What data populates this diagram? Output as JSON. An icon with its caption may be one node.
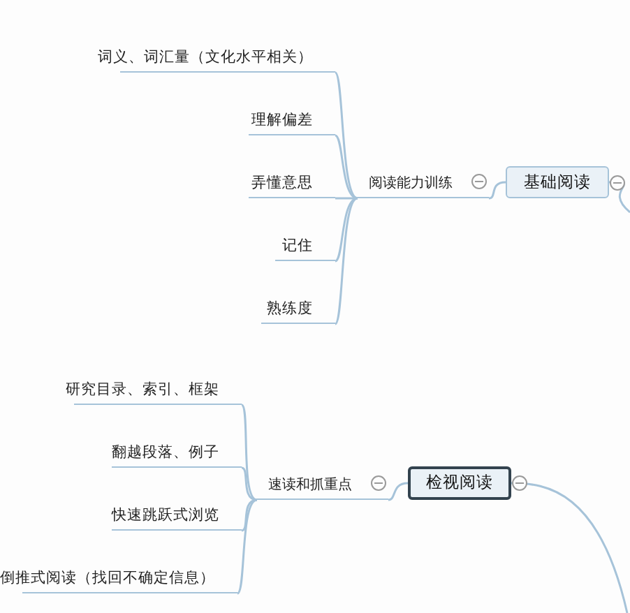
{
  "diagram": {
    "nodes": [
      {
        "text": [
          "基础阅读"
        ]
      },
      {
        "text": [
          "阅读能力训练"
        ]
      },
      {
        "text": [
          "词义、词汇量（文化水平相关）"
        ]
      },
      {
        "text": [
          "理解偏差"
        ]
      },
      {
        "text": [
          "弄懂意思"
        ]
      },
      {
        "text": [
          "记住"
        ]
      },
      {
        "text": [
          "熟练度"
        ]
      },
      {
        "text": [
          "检视阅读"
        ]
      },
      {
        "text": [
          "速读和抓重点"
        ]
      },
      {
        "text": [
          "研究目录、索引、框架"
        ]
      },
      {
        "text": [
          "翻越段落、例子"
        ]
      },
      {
        "text": [
          "快速跳跃式浏览"
        ]
      },
      {
        "text": [
          "倒推式阅读（找回不确定信息）"
        ]
      }
    ],
    "edges": [
      {
        "from": null,
        "to": 0,
        "arrow": "none"
      },
      {
        "from": 0,
        "to": 1,
        "arrow": "none"
      },
      {
        "from": 1,
        "to": 2,
        "arrow": "none"
      },
      {
        "from": 1,
        "to": 3,
        "arrow": "none"
      },
      {
        "from": 1,
        "to": 4,
        "arrow": "none"
      },
      {
        "from": 1,
        "to": 5,
        "arrow": "none"
      },
      {
        "from": 1,
        "to": 6,
        "arrow": "none"
      },
      {
        "from": null,
        "to": 7,
        "arrow": "none"
      },
      {
        "from": 7,
        "to": 8,
        "arrow": "none"
      },
      {
        "from": 8,
        "to": 9,
        "arrow": "none"
      },
      {
        "from": 8,
        "to": 10,
        "arrow": "none"
      },
      {
        "from": 8,
        "to": 11,
        "arrow": "none"
      },
      {
        "from": 8,
        "to": 12,
        "arrow": "none"
      }
    ]
  }
}
